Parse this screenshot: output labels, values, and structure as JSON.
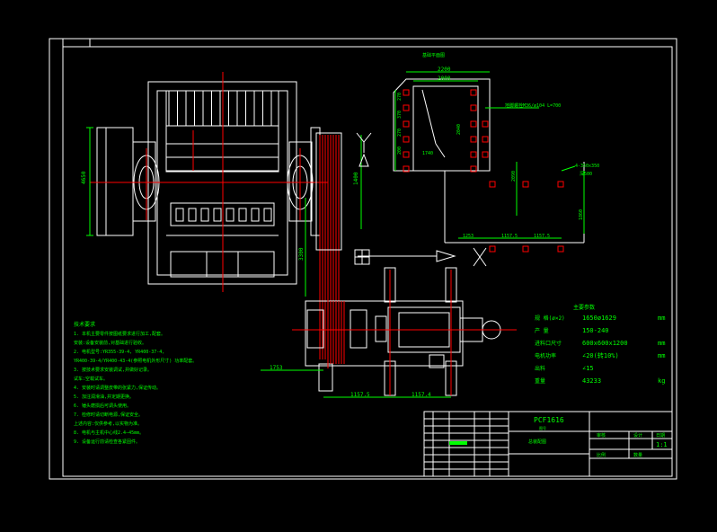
{
  "colors": {
    "background": "#000000",
    "line": "#ffffff",
    "green": "#00ff00",
    "red": "#ff0000",
    "yellow": "#ffff00",
    "magenta": "#ff00ff",
    "cyan": "#00ffff"
  },
  "drawing": {
    "model": "PCF1616",
    "scale": "1:1",
    "sub_model": "图号",
    "title_block_note": "总装配图",
    "cells": [
      "审核",
      "设计",
      "日期",
      "比例",
      "数量"
    ]
  },
  "dimensions": {
    "top_width_outer": "2200",
    "top_width_inner": "2000",
    "height_left": "4650",
    "rotor_dia": "1400",
    "vertical_label": "3300",
    "bottom_left": "1753",
    "bottom_mid_a": "1157.5",
    "bottom_mid_b": "1157.4",
    "plan_bottom_a": "1253",
    "plan_bottom_b": "1157.5",
    "plan_bottom_c": "1157.5",
    "plan_right_a": "2090",
    "plan_right_b": "1860",
    "plan_inner": "2040",
    "plan_inner_b": "1740",
    "plan_small_a": "270",
    "plan_small_b": "370",
    "plan_small_c": "270",
    "plan_small_d": "200",
    "anchor_note": "地脚螺栓M36/ø104 L=700",
    "anchor_note_b": "4-350x350",
    "anchor_note_c": "深500"
  },
  "spec": {
    "heading": "主要参数",
    "rows": [
      {
        "label": "规 格(ø×2)",
        "value": "1650ø1629",
        "unit": "mm"
      },
      {
        "label": "产 量",
        "value": "150-240",
        "unit": ""
      },
      {
        "label": "进料口尺寸",
        "value": "600x600x1200",
        "unit": "mm"
      },
      {
        "label": "电机功率",
        "value": "∠20(转10%)",
        "unit": "mm"
      },
      {
        "label": "出料",
        "value": "∠15",
        "unit": ""
      },
      {
        "label": "重量",
        "value": "43233",
        "unit": "kg"
      }
    ]
  },
  "notes": {
    "title": "技术要求",
    "lines": [
      "1. 本机主要零件按图纸要求进行加工,配套。",
      "   安装:设备安装前,对基础进行验收。",
      "2. 电机型号:YR355-39-4, YR400-37-4,",
      "YR400-39-4/YR400-43-4(参照电机外形尺寸) 功率配套。",
      "3. 按技术要求安装调试,并做好记录。",
      "   试车:空载试车。",
      "4. 安装时请调整皮带的张紧力,保证传动。",
      "5. 加注润滑油,并定期更换。",
      "6. 锤头磨损后可调头使用。",
      "7. 检修时请切断电源,保证安全。",
      "   上述内容:仅供参考,以实物为准。",
      "8. 电机与主机中心线2.4—45mm。",
      "9. 设备运行前请检查各紧固件。"
    ]
  }
}
